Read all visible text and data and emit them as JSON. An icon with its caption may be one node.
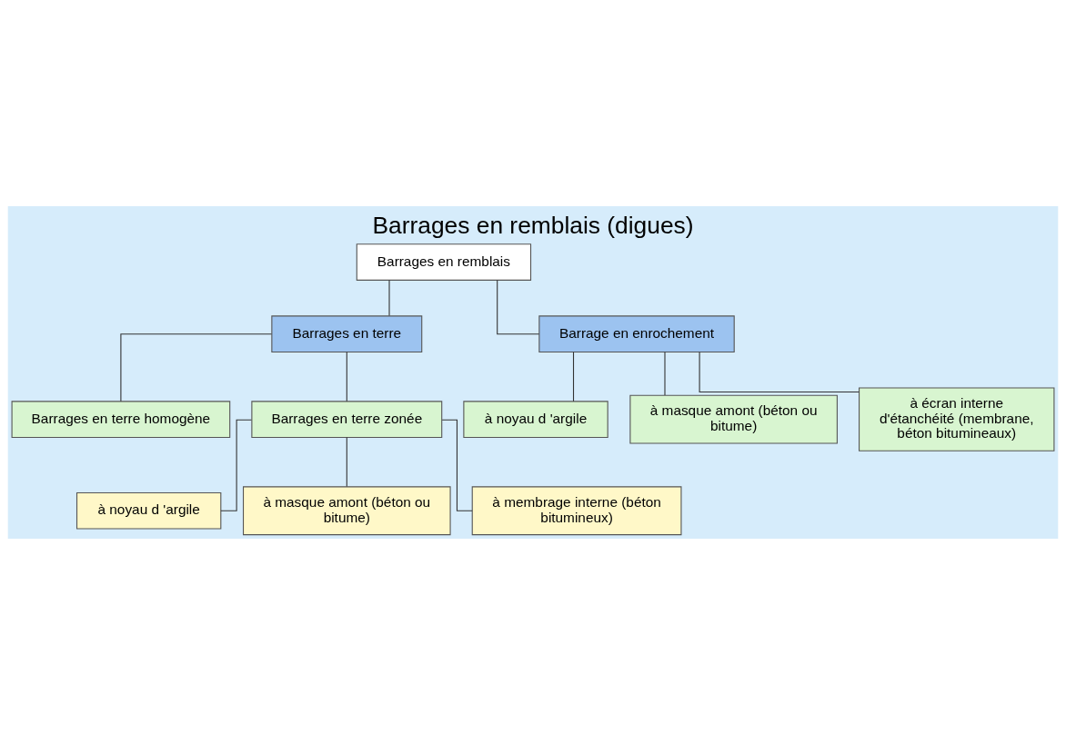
{
  "diagram": {
    "title": "Barrages en remblais (digues)",
    "nodes": [
      {
        "text": [
          "Barrages en remblais"
        ]
      },
      {
        "text": [
          "Barrages en terre"
        ]
      },
      {
        "text": [
          "Barrage en enrochement"
        ]
      },
      {
        "text": [
          "Barrages en terre homogène"
        ]
      },
      {
        "text": [
          "Barrages en terre zonée"
        ]
      },
      {
        "text": [
          "à noyau d 'argile"
        ]
      },
      {
        "text": [
          "à masque amont (béton ou bitume)"
        ]
      },
      {
        "text": [
          "à membrage interne (béton bitumineux)"
        ]
      },
      {
        "text": [
          "à noyau d 'argile"
        ]
      },
      {
        "text": [
          "à masque amont (béton ou bitume)"
        ]
      },
      {
        "text": [
          "à écran interne d'étanchéité (membrane, béton bitumineaux)"
        ]
      }
    ],
    "edges": [
      {
        "from": 0,
        "to": 1,
        "arrow": "none"
      },
      {
        "from": 0,
        "to": 2,
        "arrow": "none"
      },
      {
        "from": 1,
        "to": 3,
        "arrow": "none"
      },
      {
        "from": 1,
        "to": 4,
        "arrow": "none"
      },
      {
        "from": 4,
        "to": 5,
        "arrow": "none"
      },
      {
        "from": 4,
        "to": 6,
        "arrow": "none"
      },
      {
        "from": 4,
        "to": 7,
        "arrow": "none"
      },
      {
        "from": 2,
        "to": 8,
        "arrow": "none"
      },
      {
        "from": 2,
        "to": 9,
        "arrow": "none"
      },
      {
        "from": 2,
        "to": 10,
        "arrow": "none"
      }
    ]
  }
}
